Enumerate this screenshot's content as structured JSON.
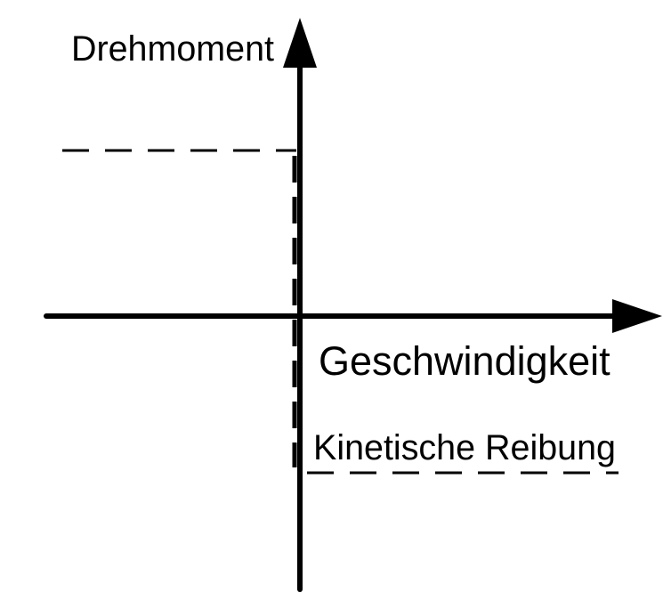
{
  "diagram": {
    "y_axis_label": "Drehmoment",
    "x_axis_label": "Geschwindigkeit",
    "annotation": "Kinetische Reibung"
  },
  "colors": {
    "stroke": "#000000",
    "background": "#ffffff"
  }
}
